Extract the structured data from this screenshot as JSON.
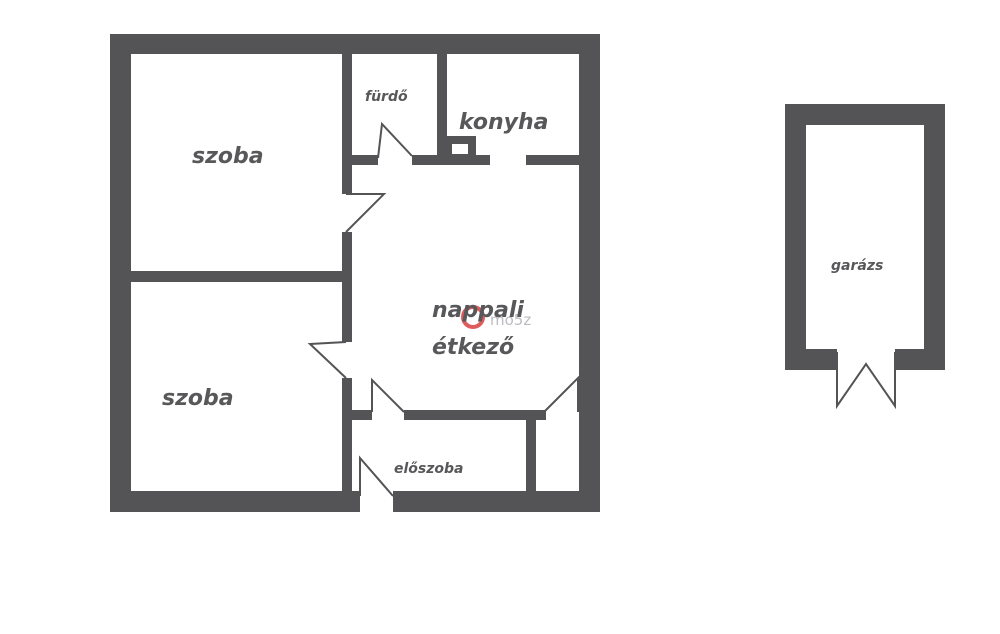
{
  "rooms": {
    "szoba_top": "szoba",
    "szoba_bottom": "szoba",
    "furdo": "fürdő",
    "konyha": "konyha",
    "nappali": "nappali",
    "etkezo": "étkező",
    "eloszoba": "előszoba",
    "garazs": "garázs"
  },
  "watermark": "ingatlan.com logo with text \"mo5z\"",
  "colors": {
    "wall": "#545456",
    "background": "#ffffff",
    "label": "#58585a",
    "watermark": "#d94040"
  }
}
